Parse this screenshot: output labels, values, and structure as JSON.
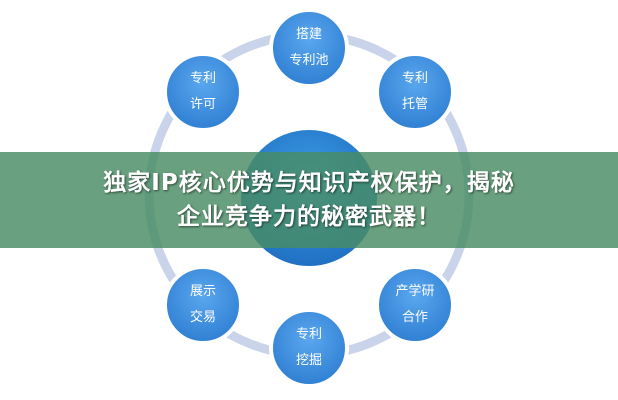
{
  "diagram": {
    "nodes": [
      {
        "id": "top",
        "line1": "搭建",
        "line2": "专利池"
      },
      {
        "id": "upper-right",
        "line1": "专利",
        "line2": "托管"
      },
      {
        "id": "upper-left",
        "line1": "专利",
        "line2": "许可"
      },
      {
        "id": "lower-left",
        "line1": "展示",
        "line2": "交易"
      },
      {
        "id": "lower-right",
        "line1": "产学研",
        "line2": "合作"
      },
      {
        "id": "bottom",
        "line1": "专利",
        "line2": "挖掘"
      }
    ],
    "colors": {
      "node_fill": "#3f8fe0",
      "ring": "#c9d3ea",
      "node_border": "#ffffff"
    }
  },
  "banner": {
    "line1": "独家IP核心优势与知识产权保护，揭秘",
    "line2": "企业竞争力的秘密武器！",
    "color": "#488c64"
  }
}
